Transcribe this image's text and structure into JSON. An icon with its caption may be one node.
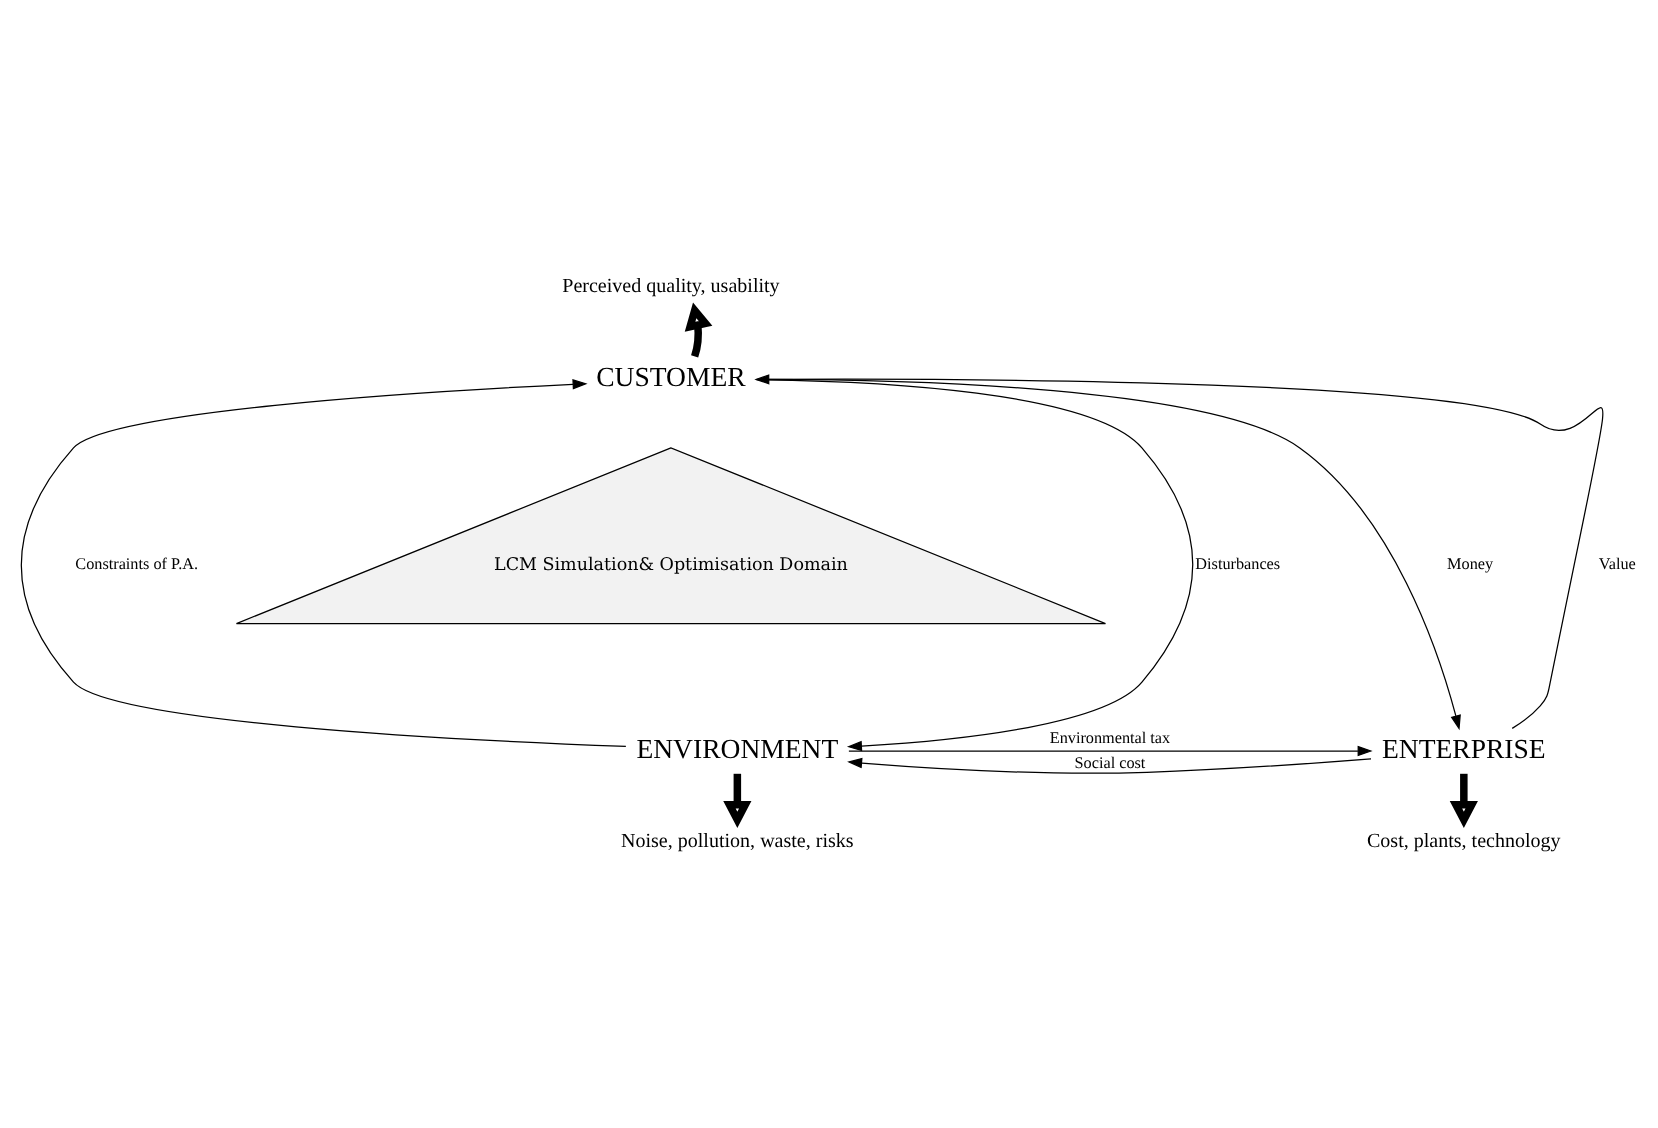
{
  "diagram": {
    "nodes": [
      {
        "text": [
          "Perceived quality, usability"
        ]
      },
      {
        "text": [
          "CUSTOMER"
        ]
      },
      {
        "text": [
          "LCM Simulation& Optimisation Domain"
        ]
      },
      {
        "text": [
          "ENVIRONMENT"
        ]
      },
      {
        "text": [
          "ENTERPRISE"
        ]
      },
      {
        "text": [
          "Noise, pollution, waste, risks"
        ]
      },
      {
        "text": [
          "Cost, plants, technology"
        ]
      }
    ],
    "edges": [
      {
        "from": 1,
        "to": 0,
        "arrow": "to",
        "style": "thick"
      },
      {
        "from": 1,
        "to": 3,
        "arrow": "to",
        "label": "Disturbances"
      },
      {
        "from": 3,
        "to": 1,
        "arrow": "to",
        "label": "Constraints of P.A."
      },
      {
        "from": 4,
        "to": 1,
        "arrow": "to",
        "label": "Value"
      },
      {
        "from": 1,
        "to": 4,
        "arrow": "to",
        "label": "Money"
      },
      {
        "from": 4,
        "to": 3,
        "arrow": "to",
        "label": "Social cost"
      },
      {
        "from": 3,
        "to": 4,
        "arrow": "to",
        "label": "Environmental tax"
      },
      {
        "from": 3,
        "to": 5,
        "arrow": "to",
        "style": "thick"
      },
      {
        "from": 4,
        "to": 6,
        "arrow": "to",
        "style": "thick"
      }
    ]
  }
}
